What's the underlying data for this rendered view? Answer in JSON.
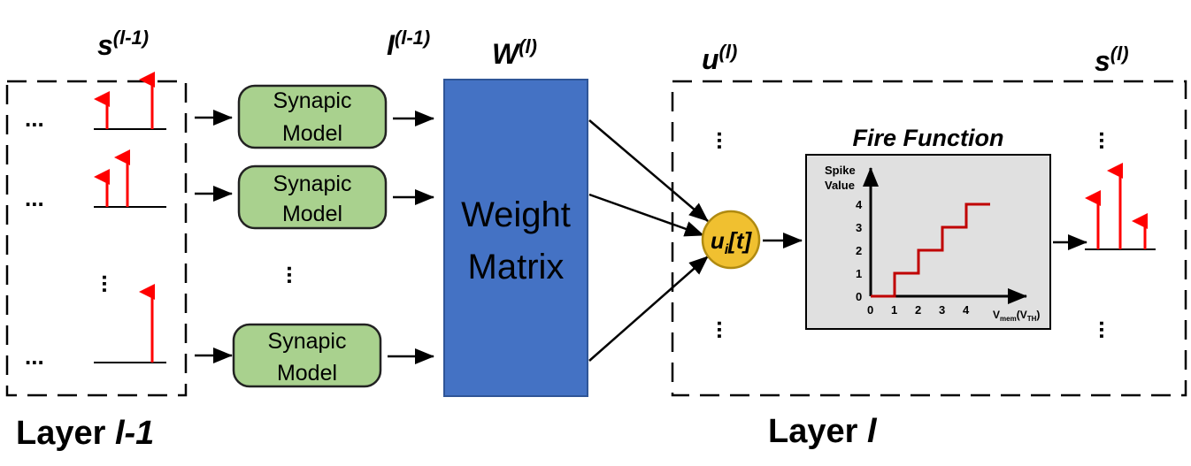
{
  "labels": {
    "s_prev_base": "s",
    "s_prev_sup": "(l-1)",
    "I_prev_base": "I",
    "I_prev_sup": "(l-1)",
    "W_base": "W",
    "W_sup": "(l)",
    "u_base": "u",
    "u_sup": "(l)",
    "s_out_base": "s",
    "s_out_sup": "(l)"
  },
  "layer_prev": {
    "prefix": "Layer ",
    "name": "l-1"
  },
  "layer_curr": {
    "prefix": "Layer ",
    "name": "l"
  },
  "ellipsis_h": "...",
  "synapse": {
    "line1": "Synapic",
    "line2": "Model"
  },
  "weight": {
    "line1": "Weight",
    "line2": "Matrix"
  },
  "neuron": {
    "base": "u",
    "sub": "i",
    "tail": "[t]"
  },
  "fire": {
    "title": "Fire Function",
    "ylabel_line1": "Spike",
    "ylabel_line2": "Value",
    "y_ticks": [
      "0",
      "1",
      "2",
      "3",
      "4"
    ],
    "x_ticks": [
      "0",
      "1",
      "2",
      "3",
      "4"
    ],
    "xlabel_v": "V",
    "xlabel_mem": "mem",
    "xlabel_open": "(V",
    "xlabel_th": "TH",
    "xlabel_close": ")",
    "staircase": [
      [
        0,
        0
      ],
      [
        1,
        0
      ],
      [
        1,
        1
      ],
      [
        2,
        1
      ],
      [
        2,
        2
      ],
      [
        3,
        2
      ],
      [
        3,
        3
      ],
      [
        4,
        3
      ],
      [
        4,
        4
      ],
      [
        5,
        4
      ]
    ]
  },
  "colors": {
    "spike": "#ff0000",
    "synapse_fill": "#a9d18e",
    "synapse_stroke": "#222222",
    "weight_fill": "#4472c4",
    "neuron_fill": "#f0c030",
    "neuron_stroke": "#b08a10",
    "panel_fill": "#e0e0e0",
    "step": "#c00000"
  }
}
